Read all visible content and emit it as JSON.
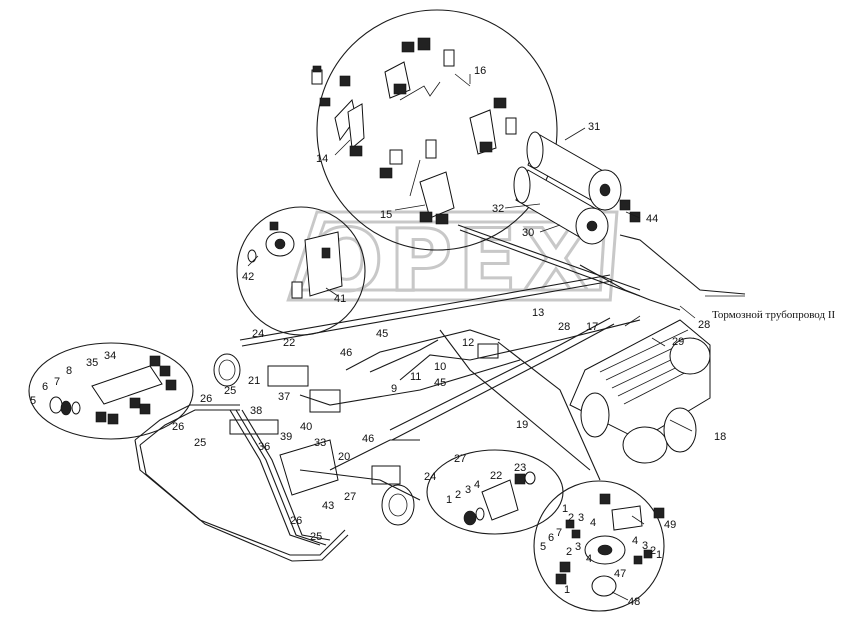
{
  "watermark": "OPEX",
  "caption": "Тормозной трубопровод II",
  "callouts": [
    {
      "id": "c16",
      "text": "16"
    },
    {
      "id": "c14",
      "text": "14"
    },
    {
      "id": "c15",
      "text": "15"
    },
    {
      "id": "c31",
      "text": "31"
    },
    {
      "id": "c32",
      "text": "32"
    },
    {
      "id": "c30",
      "text": "30"
    },
    {
      "id": "c44",
      "text": "44"
    },
    {
      "id": "c42",
      "text": "42"
    },
    {
      "id": "c41",
      "text": "41"
    },
    {
      "id": "c13",
      "text": "13"
    },
    {
      "id": "c28a",
      "text": "28"
    },
    {
      "id": "c28b",
      "text": "28"
    },
    {
      "id": "c17",
      "text": "17"
    },
    {
      "id": "c29",
      "text": "29"
    },
    {
      "id": "c24a",
      "text": "24"
    },
    {
      "id": "c22a",
      "text": "22"
    },
    {
      "id": "c45a",
      "text": "45"
    },
    {
      "id": "c12",
      "text": "12"
    },
    {
      "id": "c46a",
      "text": "46"
    },
    {
      "id": "c10",
      "text": "10"
    },
    {
      "id": "c11",
      "text": "11"
    },
    {
      "id": "c45b",
      "text": "45"
    },
    {
      "id": "c9",
      "text": "9"
    },
    {
      "id": "c21",
      "text": "21"
    },
    {
      "id": "c25a",
      "text": "25"
    },
    {
      "id": "c26a",
      "text": "26"
    },
    {
      "id": "c37",
      "text": "37"
    },
    {
      "id": "c38",
      "text": "38"
    },
    {
      "id": "c39",
      "text": "39"
    },
    {
      "id": "c40",
      "text": "40"
    },
    {
      "id": "c36",
      "text": "36"
    },
    {
      "id": "c26b",
      "text": "26"
    },
    {
      "id": "c25b",
      "text": "25"
    },
    {
      "id": "c35",
      "text": "35"
    },
    {
      "id": "c34",
      "text": "34"
    },
    {
      "id": "c6a",
      "text": "6"
    },
    {
      "id": "c7a",
      "text": "7"
    },
    {
      "id": "c8",
      "text": "8"
    },
    {
      "id": "c5a",
      "text": "5"
    },
    {
      "id": "c19",
      "text": "19"
    },
    {
      "id": "c18",
      "text": "18"
    },
    {
      "id": "c46b",
      "text": "46"
    },
    {
      "id": "c27a",
      "text": "27"
    },
    {
      "id": "c33",
      "text": "33"
    },
    {
      "id": "c20",
      "text": "20"
    },
    {
      "id": "c24b",
      "text": "24"
    },
    {
      "id": "c27b",
      "text": "27"
    },
    {
      "id": "c43",
      "text": "43"
    },
    {
      "id": "c26c",
      "text": "26"
    },
    {
      "id": "c25c",
      "text": "25"
    },
    {
      "id": "c1a",
      "text": "1"
    },
    {
      "id": "c2a",
      "text": "2"
    },
    {
      "id": "c3a",
      "text": "3"
    },
    {
      "id": "c4a",
      "text": "4"
    },
    {
      "id": "c22b",
      "text": "22"
    },
    {
      "id": "c23",
      "text": "23"
    },
    {
      "id": "c1b",
      "text": "1"
    },
    {
      "id": "c2b",
      "text": "2"
    },
    {
      "id": "c3b",
      "text": "3"
    },
    {
      "id": "c4b",
      "text": "4"
    },
    {
      "id": "c49",
      "text": "49"
    },
    {
      "id": "c6b",
      "text": "6"
    },
    {
      "id": "c7b",
      "text": "7"
    },
    {
      "id": "c5b",
      "text": "5"
    },
    {
      "id": "c2c",
      "text": "2"
    },
    {
      "id": "c3c",
      "text": "3"
    },
    {
      "id": "c4c",
      "text": "4"
    },
    {
      "id": "c4d",
      "text": "4"
    },
    {
      "id": "c3d",
      "text": "3"
    },
    {
      "id": "c2d",
      "text": "2"
    },
    {
      "id": "c1c",
      "text": "1"
    },
    {
      "id": "c47",
      "text": "47"
    },
    {
      "id": "c1d",
      "text": "1"
    },
    {
      "id": "c48",
      "text": "48"
    }
  ]
}
